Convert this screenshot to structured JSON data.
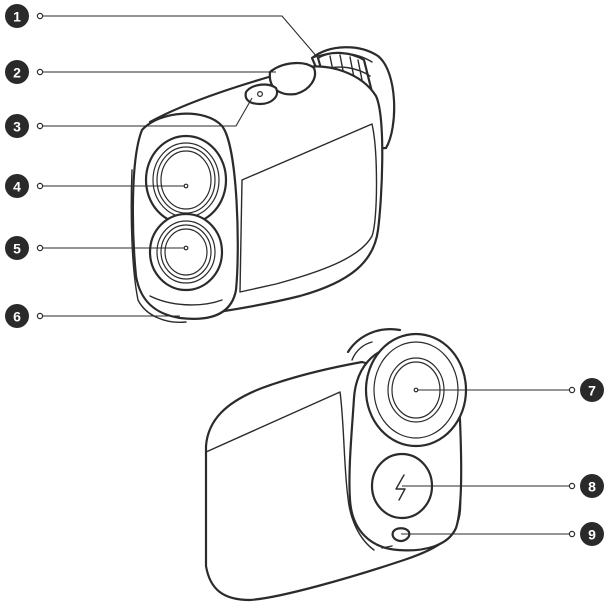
{
  "callouts": [
    {
      "id": "1",
      "label": "1"
    },
    {
      "id": "2",
      "label": "2"
    },
    {
      "id": "3",
      "label": "3"
    },
    {
      "id": "4",
      "label": "4"
    },
    {
      "id": "5",
      "label": "5"
    },
    {
      "id": "6",
      "label": "6"
    },
    {
      "id": "7",
      "label": "7"
    },
    {
      "id": "8",
      "label": "8"
    },
    {
      "id": "9",
      "label": "9"
    }
  ],
  "colors": {
    "line": "#2b2b2b",
    "badge": "#2a2a2a",
    "background": "#ffffff"
  }
}
